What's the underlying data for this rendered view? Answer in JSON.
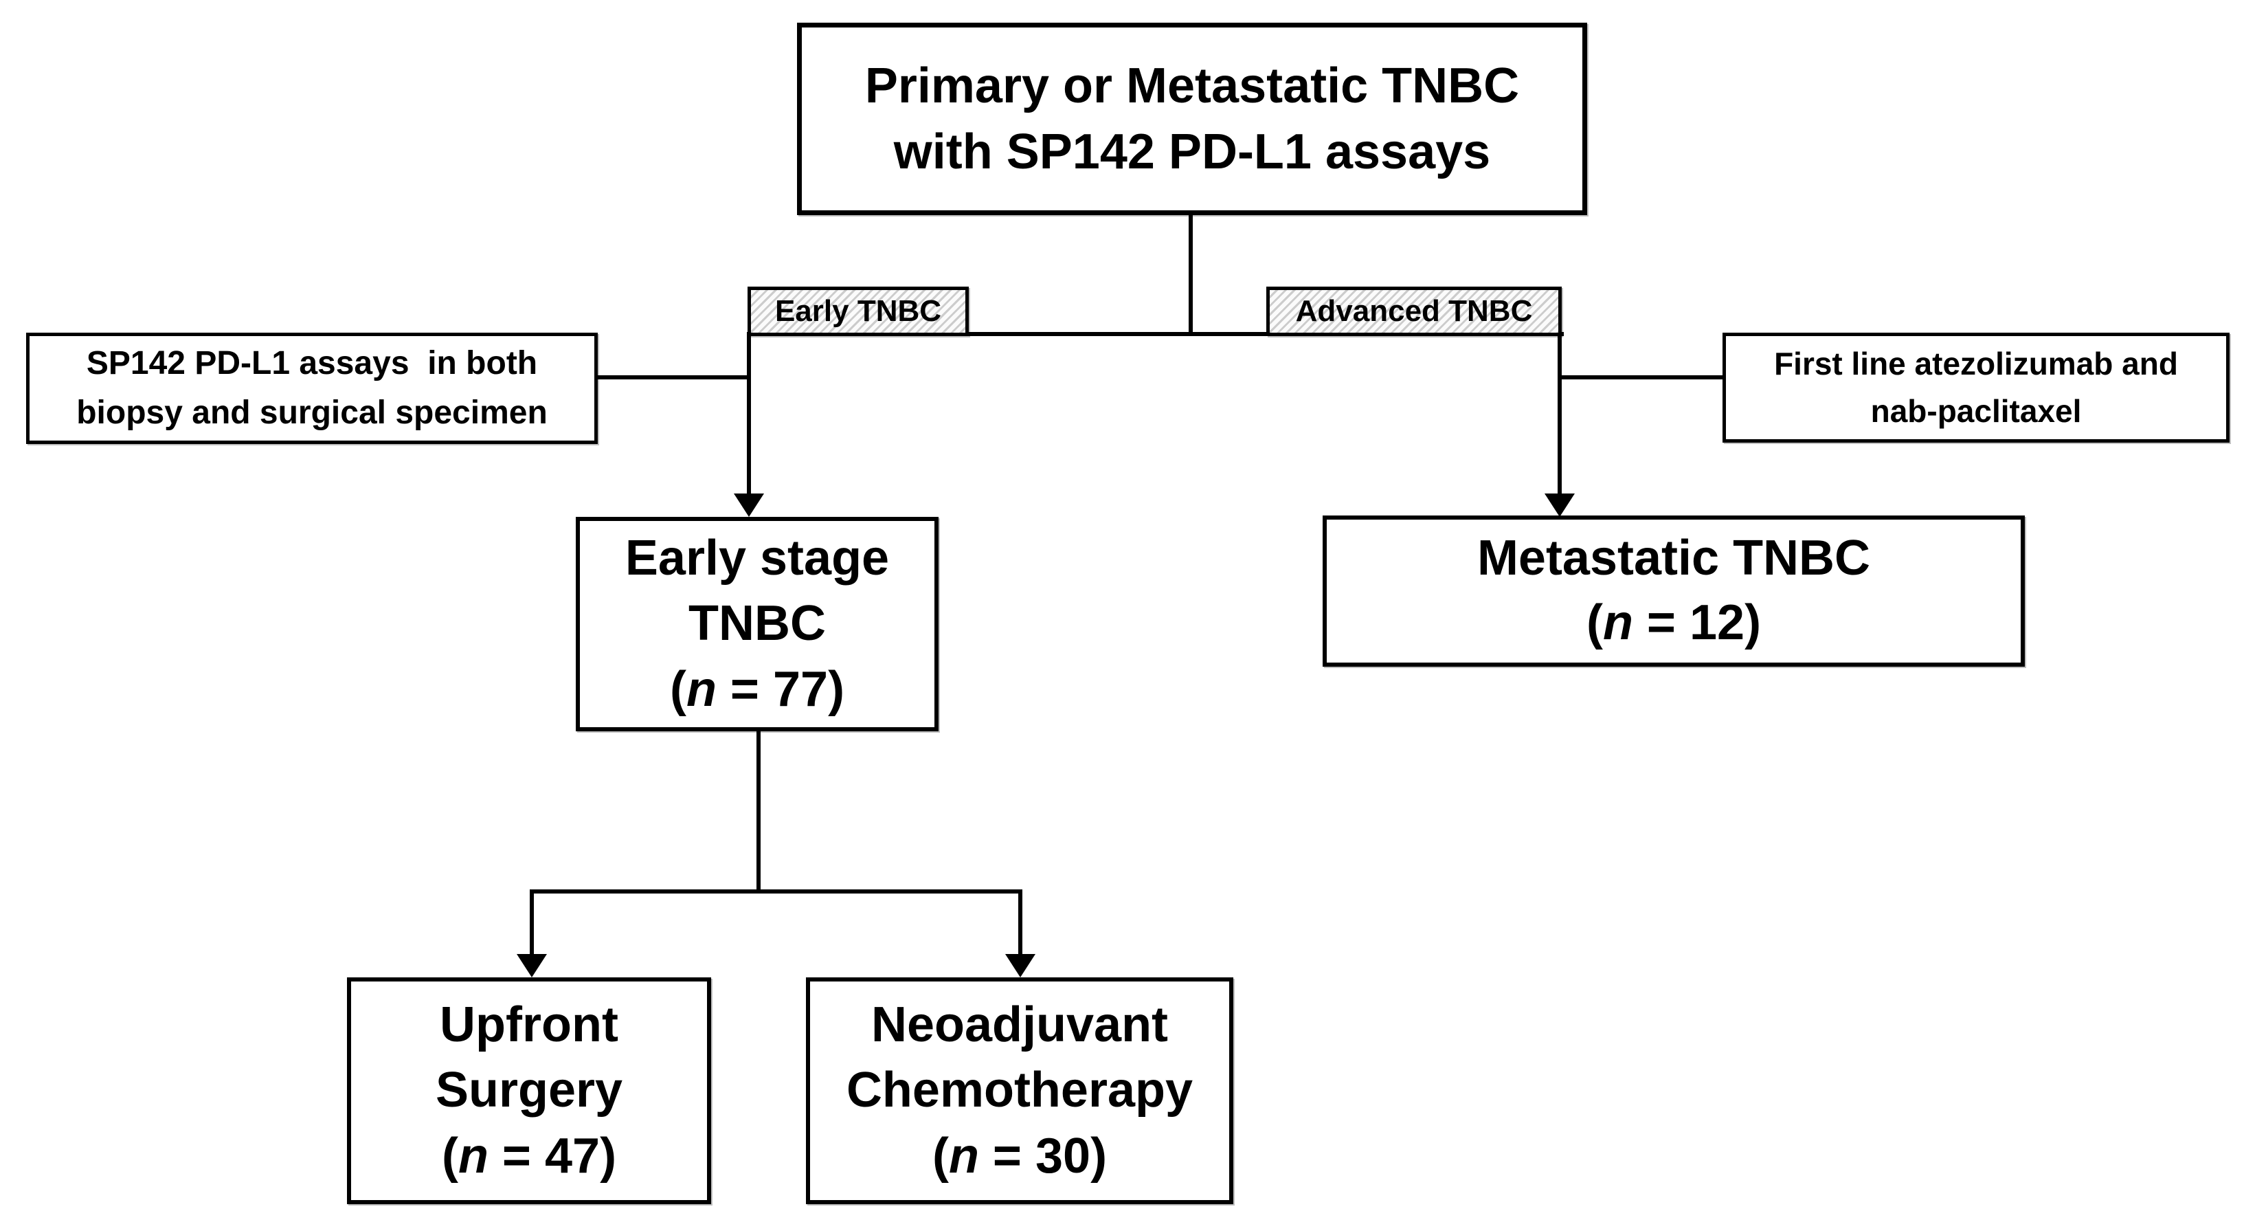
{
  "style": {
    "ink": "#000000",
    "paper": "#ffffff",
    "hatch_stripe": "#cccccc"
  },
  "nodes": {
    "root": {
      "lines": [
        "Primary or Metastatic TNBC",
        "with SP142 PD-L1 assays"
      ]
    },
    "branch_early_label": {
      "label": "Early TNBC"
    },
    "branch_advanced_label": {
      "label": "Advanced TNBC"
    },
    "note_left": {
      "lines": [
        "SP142 PD-L1 assays  in both",
        "biopsy and surgical specimen"
      ]
    },
    "note_right": {
      "lines": [
        "First line atezolizumab and",
        "nab-paclitaxel"
      ]
    },
    "early_stage": {
      "lines": [
        "Early stage",
        "TNBC"
      ],
      "count": {
        "open": "(",
        "n": "n",
        "rest": " = 77)"
      }
    },
    "metastatic": {
      "lines": [
        "Metastatic TNBC"
      ],
      "count": {
        "open": "(",
        "n": "n",
        "rest": " = 12)"
      }
    },
    "upfront_surgery": {
      "lines": [
        "Upfront",
        "Surgery"
      ],
      "count": {
        "open": "(",
        "n": "n",
        "rest": " = 47)"
      }
    },
    "neoadjuvant": {
      "lines": [
        "Neoadjuvant",
        "Chemotherapy"
      ],
      "count": {
        "open": "(",
        "n": "n",
        "rest": " = 30)"
      }
    }
  }
}
